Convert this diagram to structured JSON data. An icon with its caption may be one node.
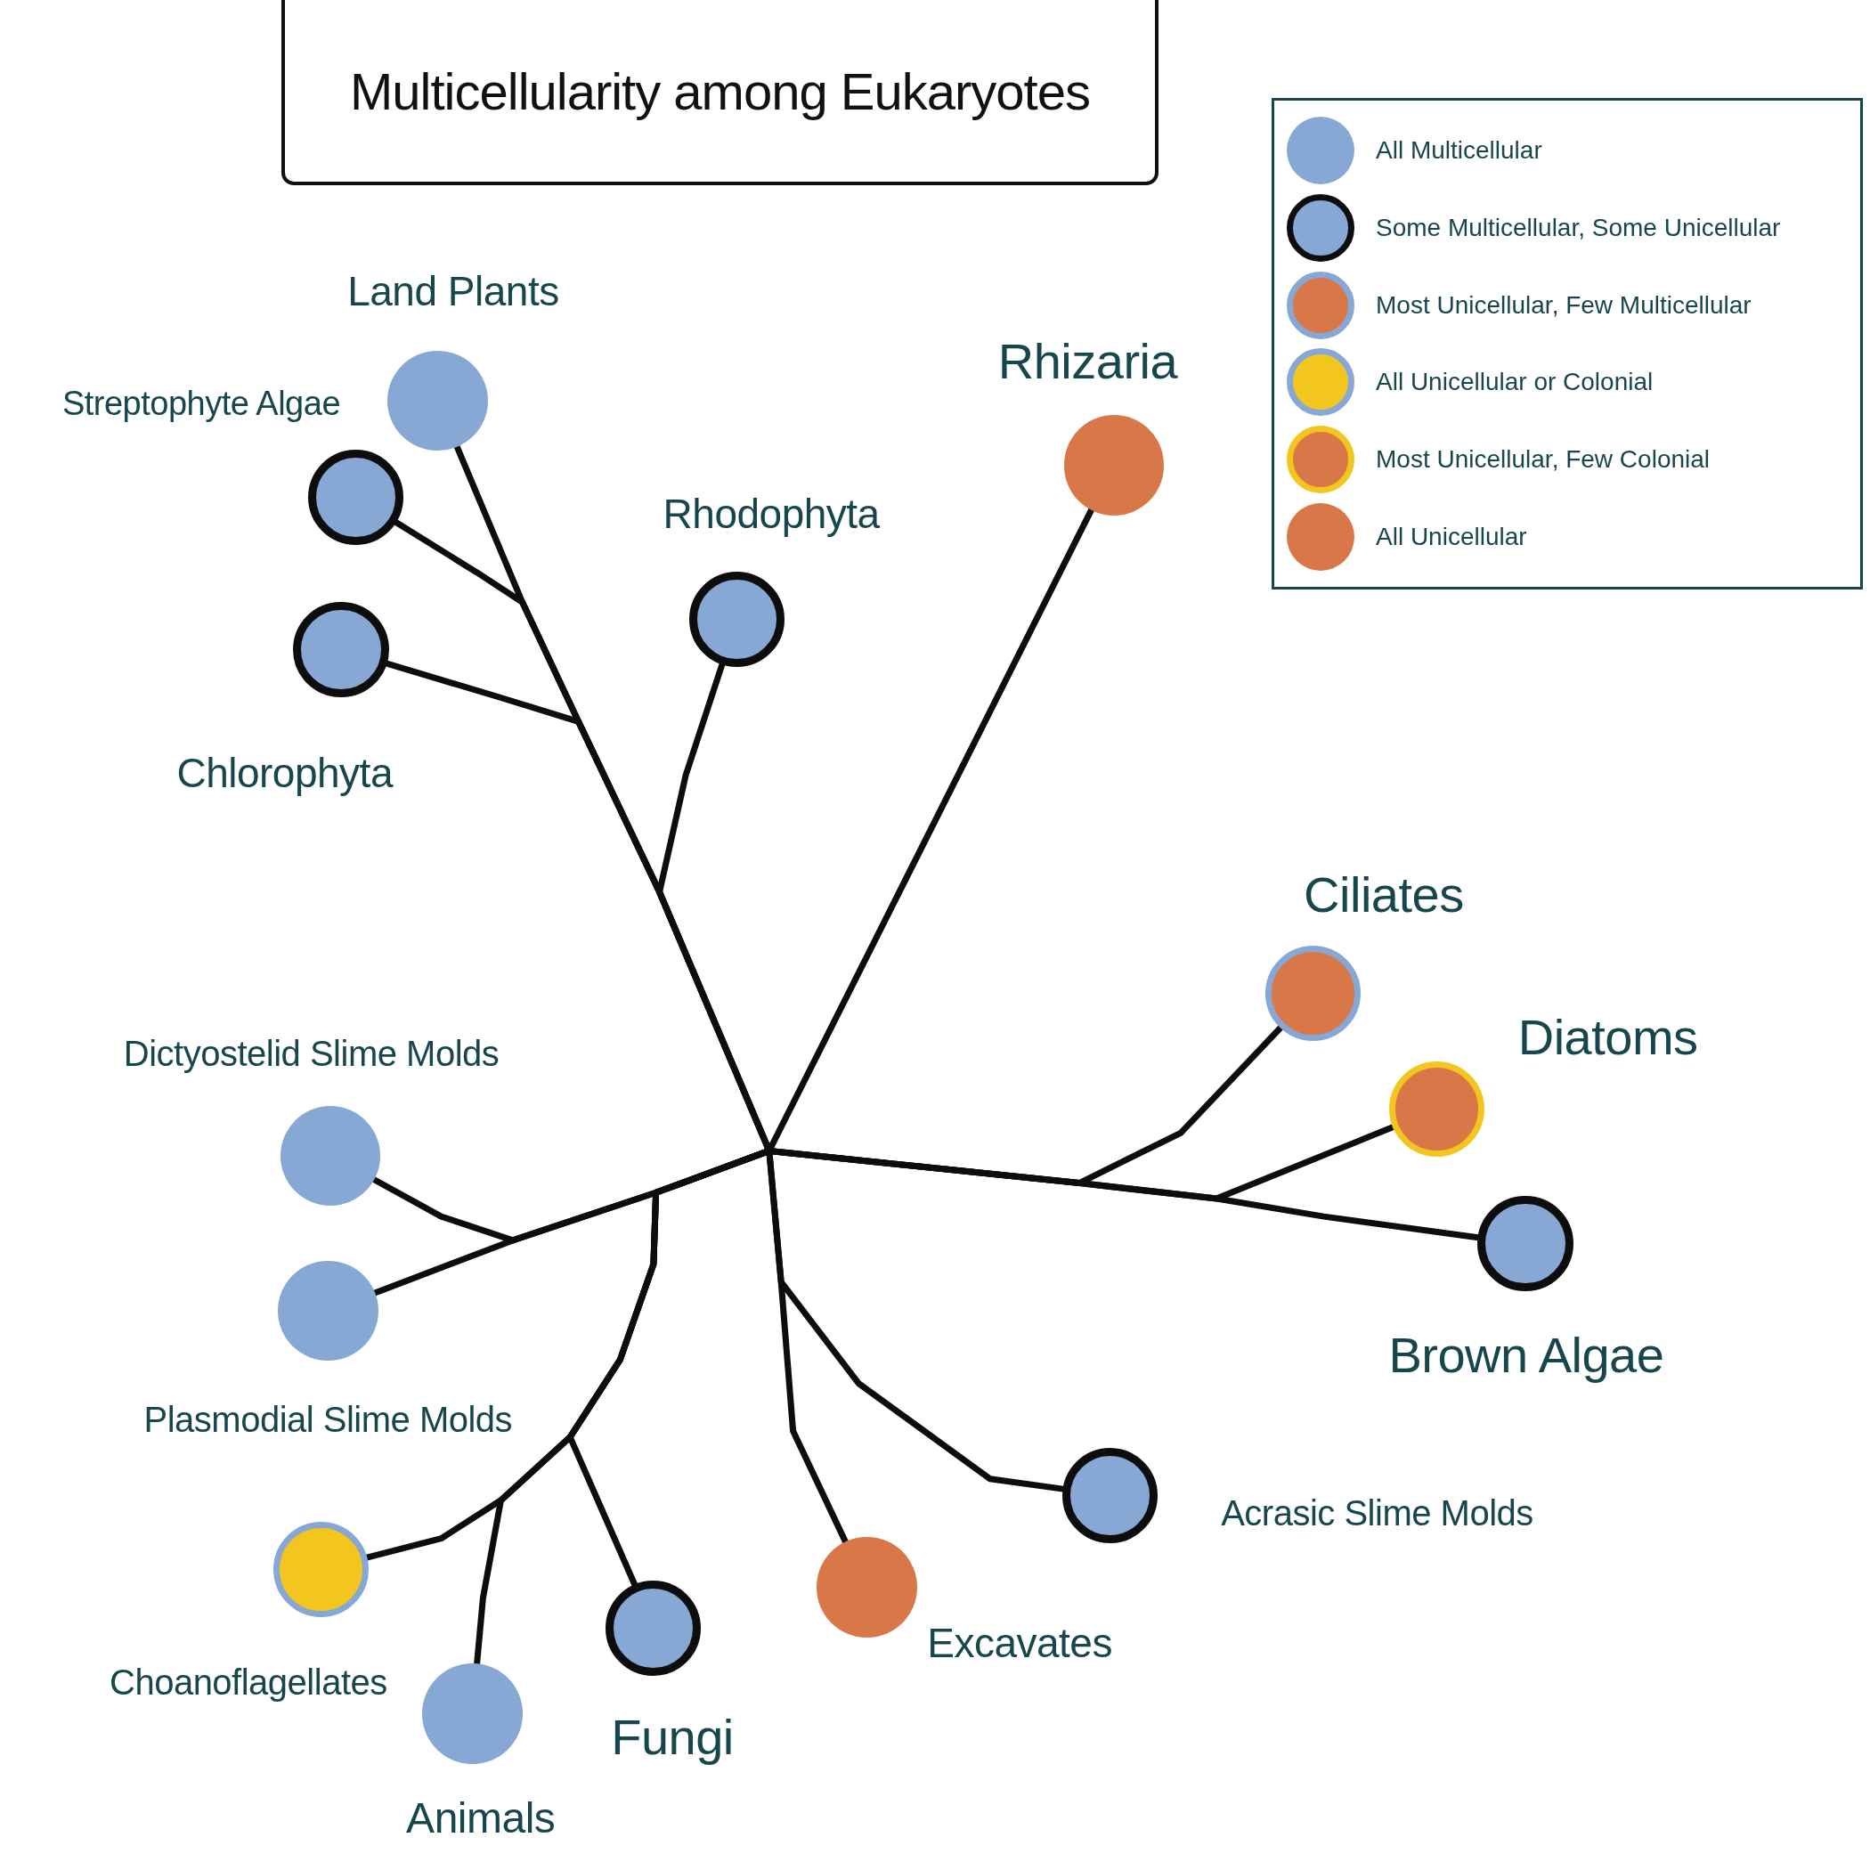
{
  "diagram": {
    "title": "Multicellularity among Eukaryotes",
    "nodes": [
      {
        "text": [
          "Land Plants"
        ]
      },
      {
        "text": [
          "Rhizaria"
        ]
      },
      {
        "text": [
          "Streptophyte Algae"
        ]
      },
      {
        "text": [
          "Rhodophyta"
        ]
      },
      {
        "text": [
          "Chlorophyta"
        ]
      },
      {
        "text": [
          "Ciliates"
        ]
      },
      {
        "text": [
          "Diatoms"
        ]
      },
      {
        "text": [
          "Dictyostelid Slime Molds"
        ]
      },
      {
        "text": [
          "Brown Algae"
        ]
      },
      {
        "text": [
          "Plasmodial Slime Molds"
        ]
      },
      {
        "text": [
          "Acrasic Slime Molds"
        ]
      },
      {
        "text": [
          "Excavates"
        ]
      },
      {
        "text": [
          "Choanoflagellates"
        ]
      },
      {
        "text": [
          "Fungi"
        ]
      },
      {
        "text": [
          "Animals"
        ]
      },
      {
        "text": [],
        "shape": "dot"
      }
    ],
    "edges": [
      {
        "from": 15,
        "to": 0,
        "arrow": "none"
      },
      {
        "from": 15,
        "to": 1,
        "arrow": "none"
      },
      {
        "from": 15,
        "to": 2,
        "arrow": "none"
      },
      {
        "from": 15,
        "to": 3,
        "arrow": "none"
      },
      {
        "from": 15,
        "to": 4,
        "arrow": "none"
      },
      {
        "from": 15,
        "to": 5,
        "arrow": "none"
      },
      {
        "from": 15,
        "to": 6,
        "arrow": "none"
      },
      {
        "from": 15,
        "to": 7,
        "arrow": "none"
      },
      {
        "from": 15,
        "to": 8,
        "arrow": "none"
      },
      {
        "from": 15,
        "to": 9,
        "arrow": "none"
      },
      {
        "from": 15,
        "to": 10,
        "arrow": "none"
      },
      {
        "from": 15,
        "to": 11,
        "arrow": "none"
      },
      {
        "from": 15,
        "to": 12,
        "arrow": "none"
      },
      {
        "from": 15,
        "to": 13,
        "arrow": "none"
      },
      {
        "from": 15,
        "to": 14,
        "arrow": "none"
      }
    ],
    "legend": [
      {
        "text": "All Multicellular",
        "color": "#87a7d4"
      },
      {
        "text": "Some Multicellular, Some Unicellular",
        "color": "#87a7d4"
      },
      {
        "text": "Most Unicellular, Few Multicellular",
        "color": "#d87848"
      },
      {
        "text": "All Unicellular or Colonial",
        "color": "#f2c61e"
      },
      {
        "text": "Most Unicellular, Few Colonial",
        "color": "#d87848"
      },
      {
        "text": "All Unicellular",
        "color": "#d87848"
      }
    ]
  }
}
